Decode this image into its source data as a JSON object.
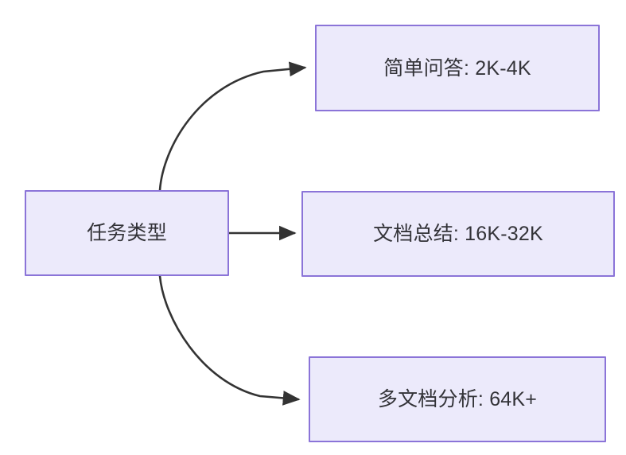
{
  "diagram": {
    "type": "flowchart",
    "direction": "left-to-right",
    "background_color": "#ffffff",
    "node_fill_color": "#ECEAFB",
    "node_border_color": "#8B74D8",
    "node_text_color": "#333338",
    "edge_color": "#333333",
    "nodes": [
      {
        "id": "root",
        "label": "任务类型"
      },
      {
        "id": "simple_qa",
        "label": "简单问答: 2K-4K"
      },
      {
        "id": "doc_summary",
        "label": "文档总结: 16K-32K"
      },
      {
        "id": "multi_doc",
        "label": "多文档分析: 64K+"
      }
    ],
    "edges": [
      {
        "from": "root",
        "to": "simple_qa",
        "label": "",
        "style": "curved",
        "arrow": "triangle"
      },
      {
        "from": "root",
        "to": "doc_summary",
        "label": "",
        "style": "straight",
        "arrow": "triangle"
      },
      {
        "from": "root",
        "to": "multi_doc",
        "label": "",
        "style": "curved",
        "arrow": "triangle"
      }
    ]
  }
}
